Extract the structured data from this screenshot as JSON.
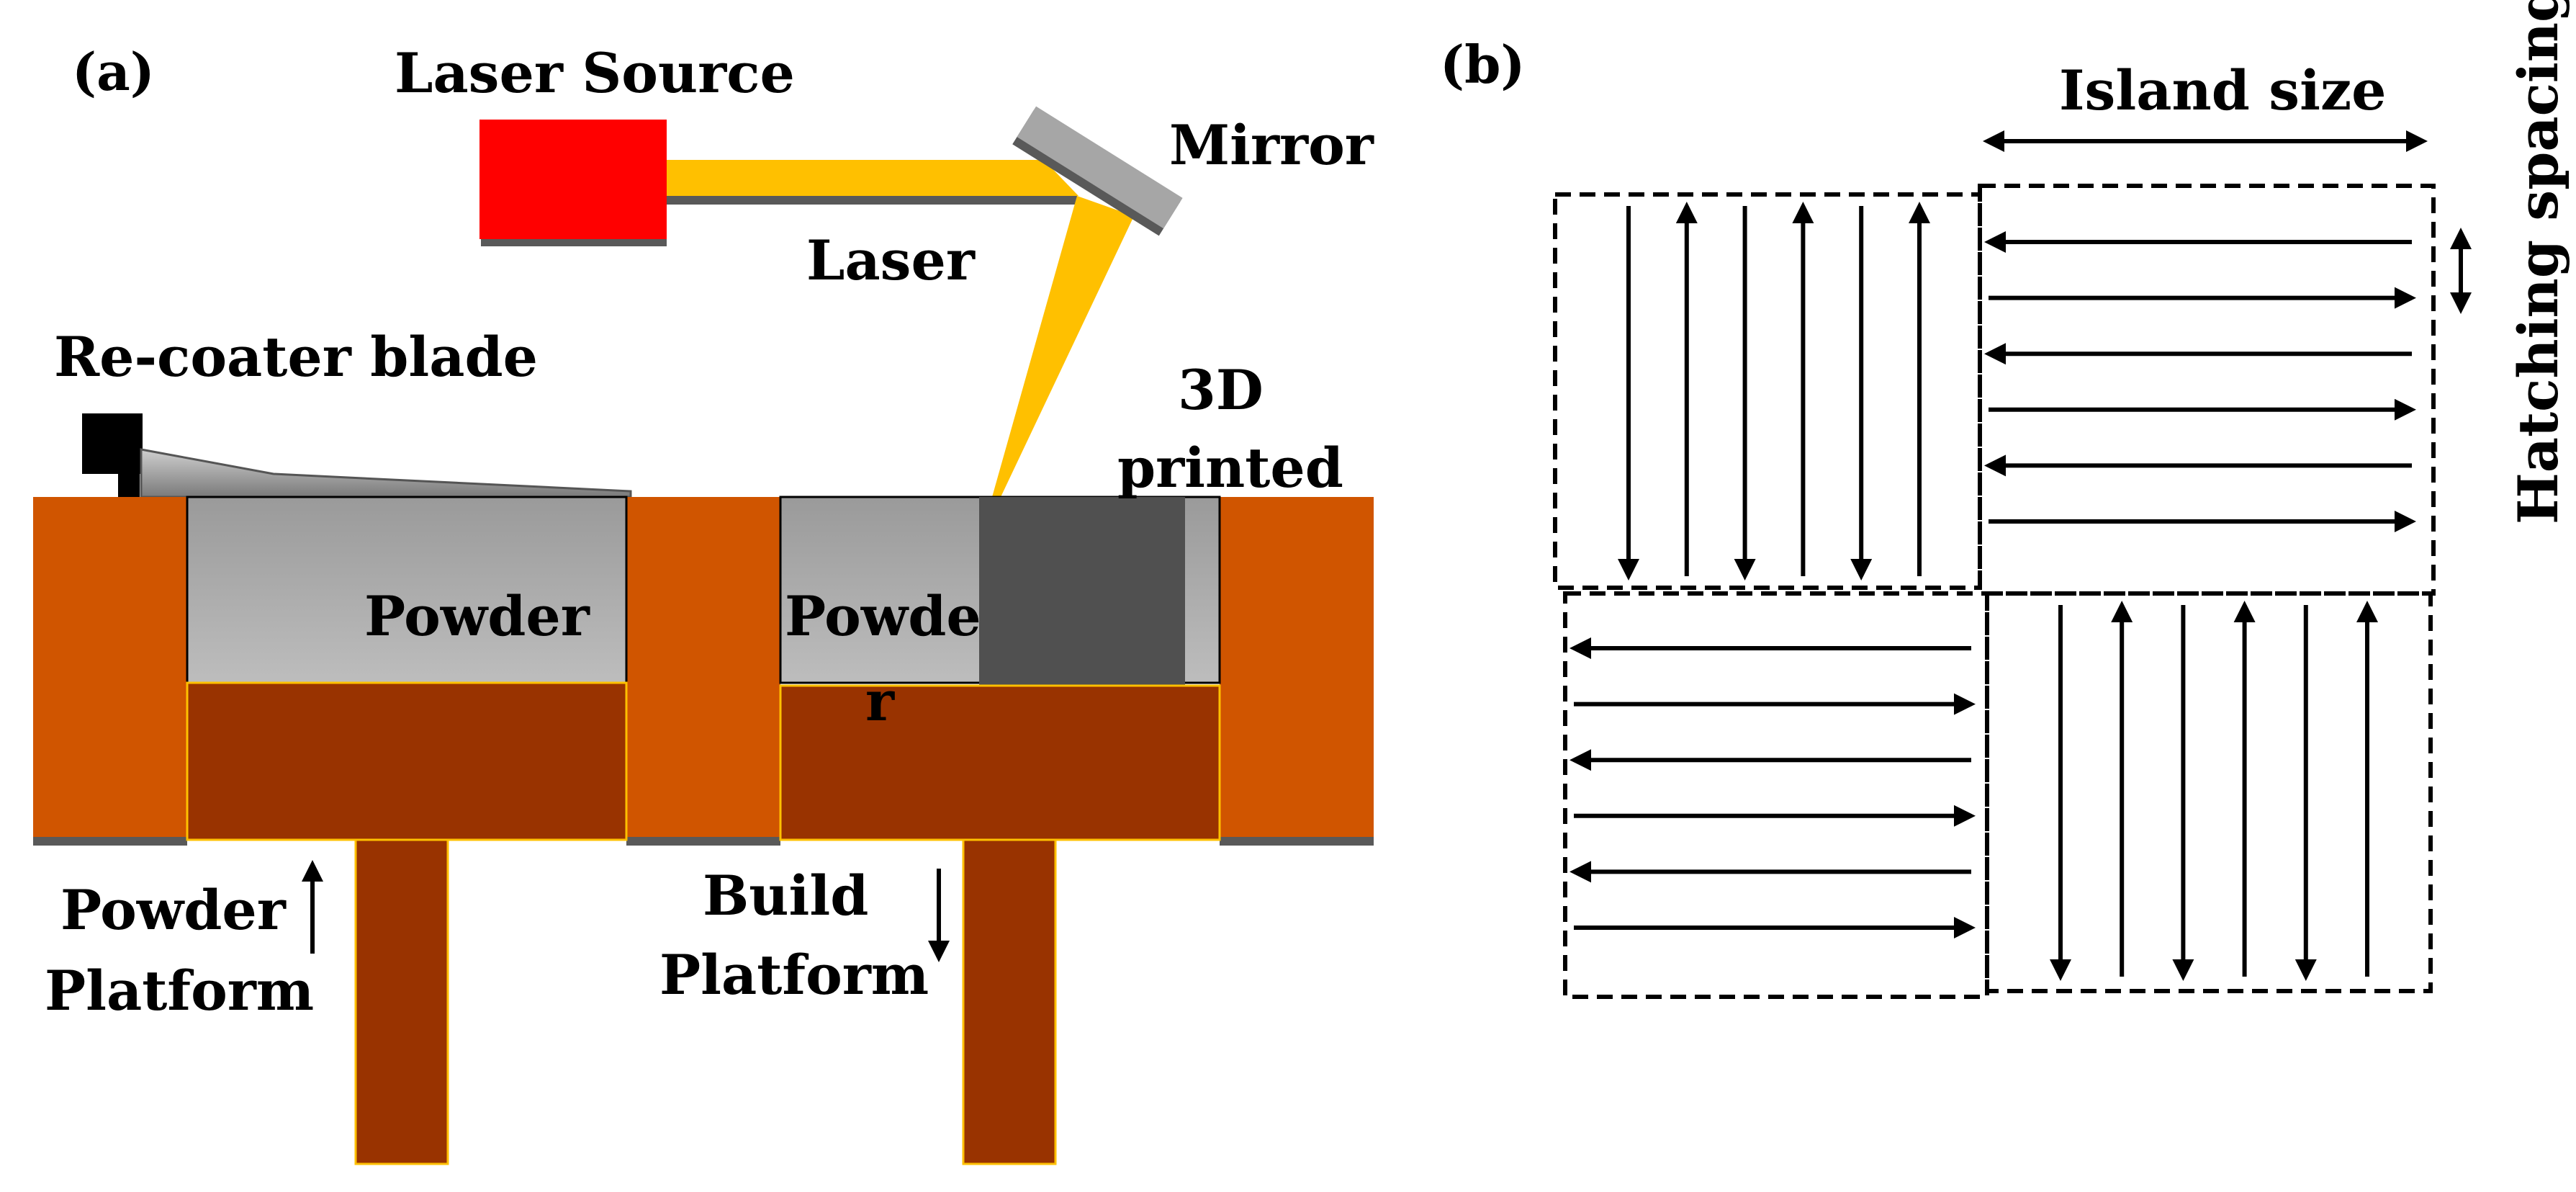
{
  "figure": {
    "panel_a": {
      "tag": "(a)",
      "labels": {
        "laser_source": "Laser Source",
        "mirror": "Mirror",
        "laser": "Laser",
        "recoater": "Re-coater blade",
        "printed_line1": "3D",
        "printed_line2": "printed",
        "powder_left": "Powder",
        "powder_right_line1": "Powde",
        "powder_right_line2": "r",
        "powder_platform_line1": "Powder",
        "powder_platform_line2": "Platform",
        "build_platform_line1": "Build",
        "build_platform_line2": "Platform"
      }
    },
    "panel_b": {
      "tag": "(b)",
      "labels": {
        "island_size": "Island size",
        "hatching_spacing": "Hatching spacing"
      },
      "islands": [
        {
          "name": "top-left",
          "orientation": "vertical",
          "count": 6
        },
        {
          "name": "top-right",
          "orientation": "horizontal",
          "count": 6
        },
        {
          "name": "bottom-left",
          "orientation": "horizontal",
          "count": 6
        },
        {
          "name": "bottom-right",
          "orientation": "vertical",
          "count": 6
        }
      ]
    },
    "colors": {
      "laser_source": "#ff0000",
      "laser_beam": "#ffc000",
      "mirror": "#a6a6a6",
      "frame": "#d05500",
      "platform": "#993300",
      "powder": "#a0a0a0",
      "printed_part": "#505050",
      "line": "#000000"
    }
  }
}
